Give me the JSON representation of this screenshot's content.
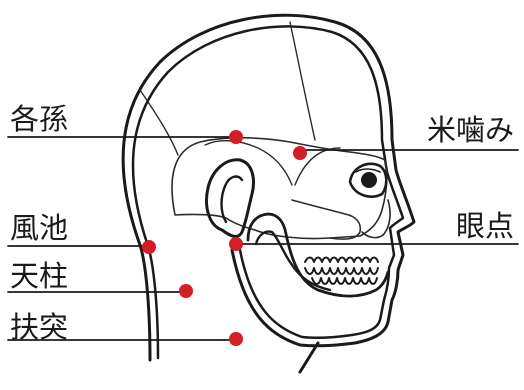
{
  "points": {
    "kakuson": {
      "label": "各孫"
    },
    "fuchi": {
      "label": "風池"
    },
    "tenchu": {
      "label": "天柱"
    },
    "futotsu": {
      "label": "扶突"
    },
    "beigami": {
      "label": "米噛み"
    },
    "ganten": {
      "label": "眼点"
    }
  },
  "colors": {
    "line": "#1a1a1a",
    "skull": "#2b2b2b",
    "dot": "#d31d27",
    "background": "#ffffff"
  }
}
